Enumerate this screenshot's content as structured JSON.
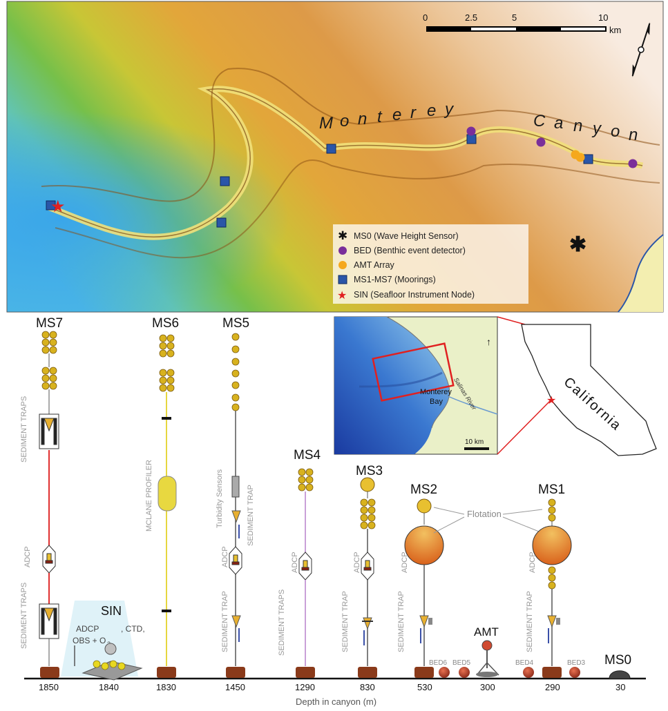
{
  "map": {
    "canyon_words": [
      "M",
      "o",
      "n",
      "t",
      "e",
      "r",
      "e",
      "y",
      "C",
      "a",
      "n",
      "y",
      "o",
      "n"
    ],
    "scale": {
      "ticks": [
        "0",
        "2.5",
        "5",
        "10"
      ],
      "unit": "km"
    },
    "legend": [
      {
        "label": "MS0 (Wave Height Sensor)",
        "symbol": "asterisk",
        "color": "#111111"
      },
      {
        "label": "BED (Benthic event detector)",
        "symbol": "circle",
        "color": "#7a2f9a"
      },
      {
        "label": "AMT Array",
        "symbol": "circle",
        "color": "#f5a81d"
      },
      {
        "label": "MS1-MS7 (Moorings)",
        "symbol": "square",
        "color": "#2a56a8"
      },
      {
        "label": "SIN (Seafloor Instrument Node)",
        "symbol": "star",
        "color": "#e02020"
      }
    ]
  },
  "inset": {
    "bay_label_1": "Monterey",
    "bay_label_2": "Bay",
    "river_label": "Salinas River",
    "scale": "10 km",
    "state": "California"
  },
  "moorings": [
    {
      "id": "MS7",
      "depth": "1850"
    },
    {
      "id": "SIN",
      "depth": "1840"
    },
    {
      "id": "MS6",
      "depth": "1830"
    },
    {
      "id": "MS5",
      "depth": "1450"
    },
    {
      "id": "MS4",
      "depth": "1290"
    },
    {
      "id": "MS3",
      "depth": "830"
    },
    {
      "id": "MS2",
      "depth": "530"
    },
    {
      "id": "AMT",
      "depth": "300"
    },
    {
      "id": "MS1",
      "depth": "290"
    },
    {
      "id": "MS0",
      "depth": "30"
    }
  ],
  "labels": {
    "sediment_traps": "SEDIMENT TRAPS",
    "sediment_trap": "SEDIMENT TRAP",
    "adcp": "ADCP",
    "mclane": "MCLANE PROFILER",
    "turbidity": "Turbidity Sensors",
    "flotation": "Flotation",
    "sin_instruments_1": "ADCP",
    "sin_instruments_2": ", CTD,",
    "sin_instruments_3": "OBS + O",
    "sin_instruments_sub": "2",
    "bed6": "BED6",
    "bed5": "BED5",
    "bed4": "BED4",
    "bed3": "BED3",
    "axis": "Depth in canyon (m)"
  },
  "colors": {
    "float_yellow": "#d8b21e",
    "big_float": "#e07a20",
    "red_line": "#e03030",
    "yellow_line": "#e6d640",
    "purple_line": "#c9a0d8"
  }
}
